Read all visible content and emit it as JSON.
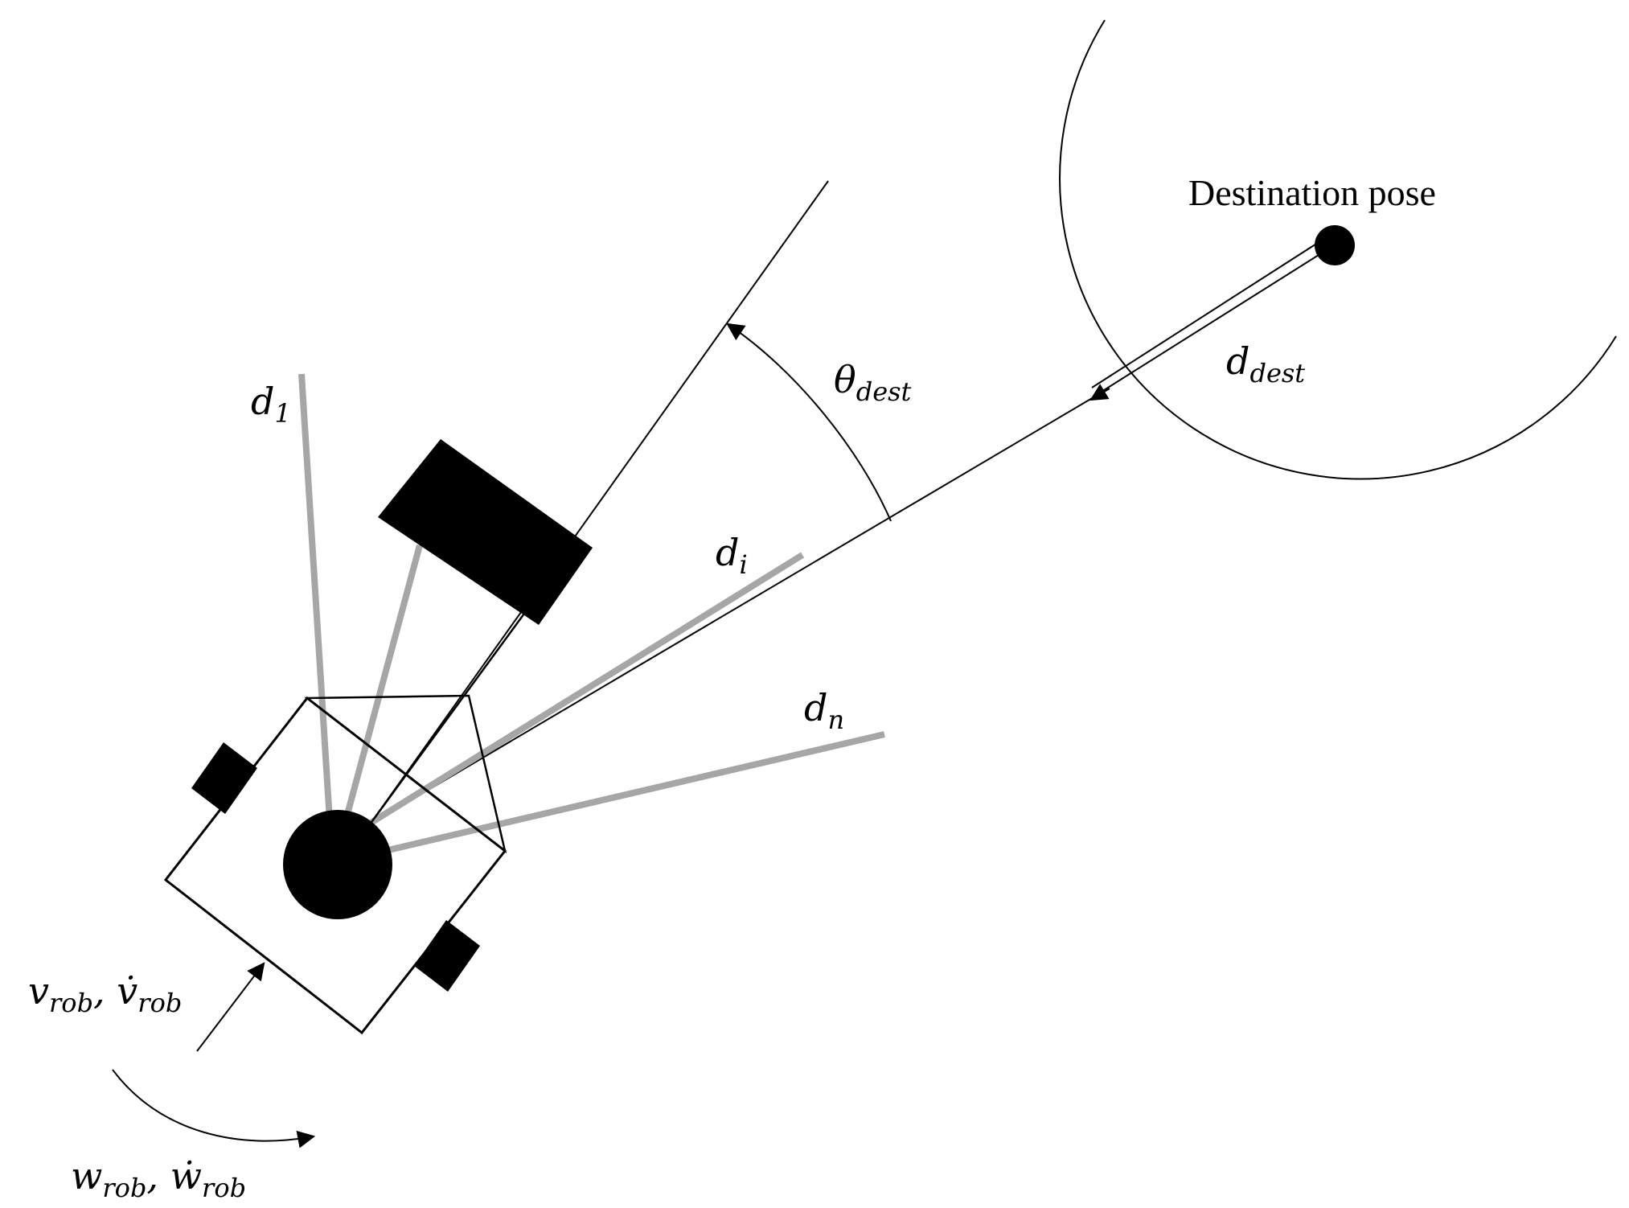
{
  "labels": {
    "destination": "Destination pose",
    "d_dest": {
      "base": "d",
      "sub": "dest"
    },
    "theta_dest": {
      "base": "θ",
      "sub": "dest"
    },
    "d1": {
      "base": "d",
      "sub": "1"
    },
    "di": {
      "base": "d",
      "sub": "i"
    },
    "dn": {
      "base": "d",
      "sub": "n"
    },
    "v": {
      "b1": "v",
      "s1": "rob",
      "sep": ", ",
      "b2": "v̇",
      "s2": "rob"
    },
    "w": {
      "b1": "w",
      "s1": "rob",
      "sep": ", ",
      "b2": "ẇ",
      "s2": "rob"
    }
  },
  "colors": {
    "ink": "#000000",
    "sensor_ray": "#a6a6a6",
    "background": "#ffffff"
  }
}
